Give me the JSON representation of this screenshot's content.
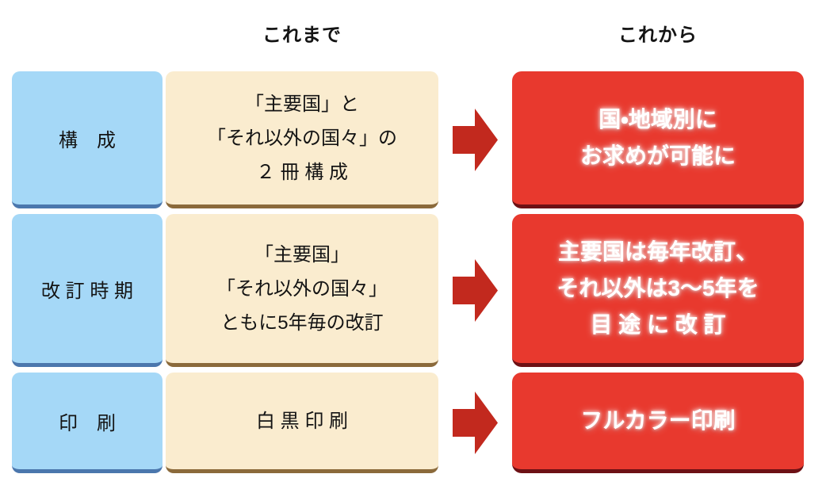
{
  "headers": {
    "before": "これまで",
    "after": "これから"
  },
  "colors": {
    "label_bg": "#a5d8f7",
    "label_border": "#4b77ad",
    "before_bg": "#faeccf",
    "before_border": "#8b6a3b",
    "after_bg": "#e8392e",
    "after_border": "#6d1115",
    "arrow": "#c2291e",
    "text": "#141414",
    "after_text": "#ffffff"
  },
  "rows": [
    {
      "label": "構　成",
      "before_lines": [
        "「主要国」と",
        "「それ以外の国々」の",
        "２ 冊 構 成"
      ],
      "after_lines": [
        "国・地域別に",
        "お求めが可能に"
      ]
    },
    {
      "label": "改 訂 時 期",
      "before_lines": [
        "「主要国」",
        "「それ以外の国々」",
        "ともに5年毎の改訂"
      ],
      "after_lines": [
        "主要国は毎年改訂、",
        "それ以外は3〜5年を",
        "目 途 に 改 訂"
      ]
    },
    {
      "label": "印　刷",
      "before_lines": [
        "白 黒 印 刷"
      ],
      "after_lines": [
        "フルカラー印刷"
      ]
    }
  ]
}
